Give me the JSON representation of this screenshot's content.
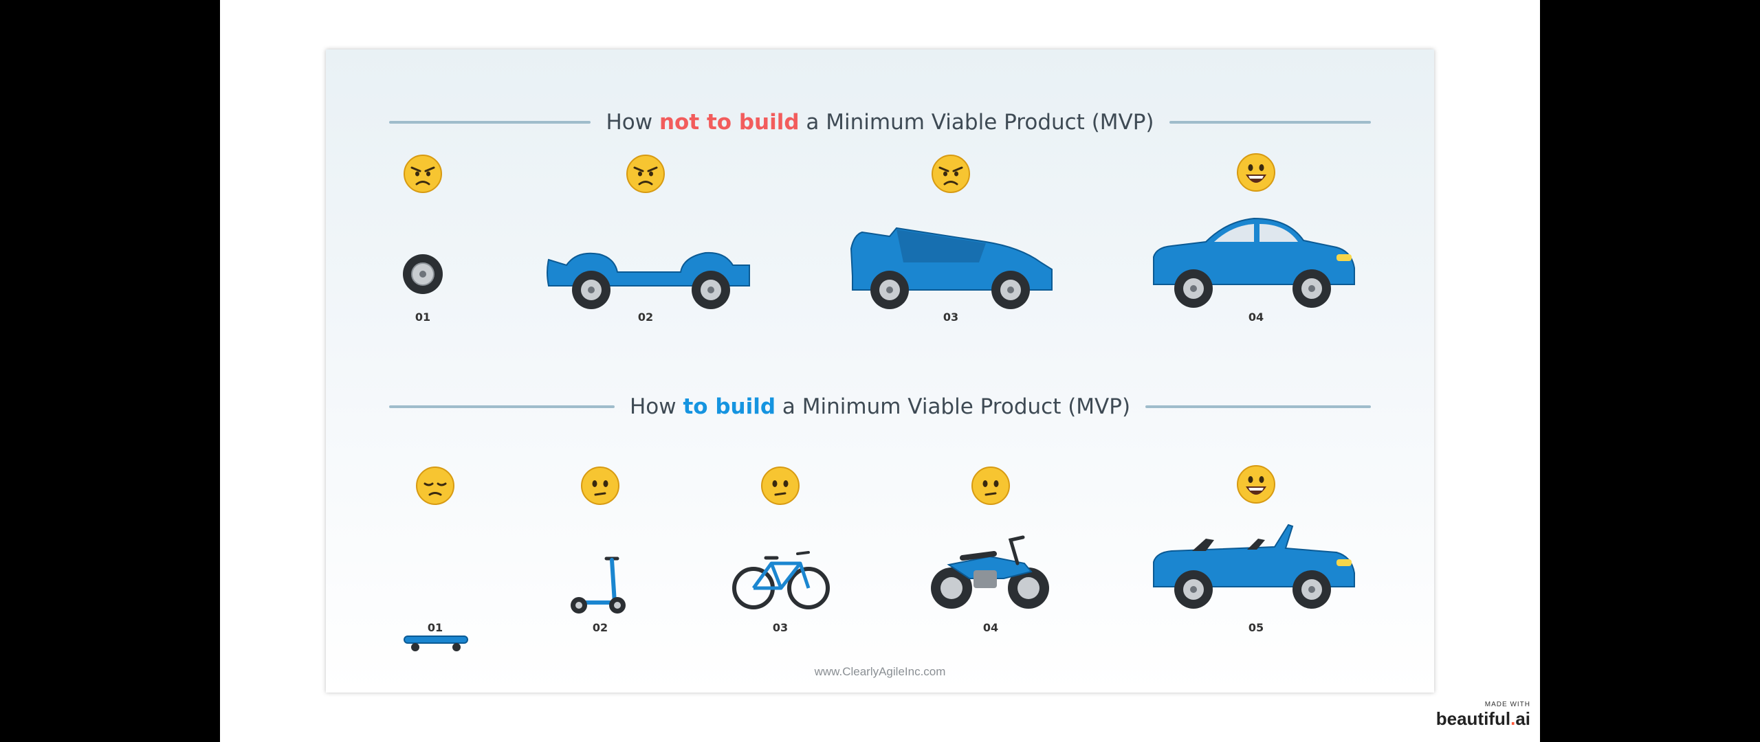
{
  "top_section": {
    "heading_pre": "How ",
    "heading_emph": "not to build",
    "heading_post": " a Minimum Viable Product (MVP)",
    "items": [
      {
        "label": "01",
        "mood": "angry",
        "vehicle": "wheel"
      },
      {
        "label": "02",
        "mood": "angry",
        "vehicle": "chassis"
      },
      {
        "label": "03",
        "mood": "angry",
        "vehicle": "car-body"
      },
      {
        "label": "04",
        "mood": "happy",
        "vehicle": "car"
      }
    ]
  },
  "bottom_section": {
    "heading_pre": "How ",
    "heading_emph": "to build",
    "heading_post": " a Minimum Viable Product (MVP)",
    "items": [
      {
        "label": "01",
        "mood": "sad",
        "vehicle": "skateboard"
      },
      {
        "label": "02",
        "mood": "meh",
        "vehicle": "scooter"
      },
      {
        "label": "03",
        "mood": "meh",
        "vehicle": "bicycle"
      },
      {
        "label": "04",
        "mood": "meh",
        "vehicle": "motorcycle"
      },
      {
        "label": "05",
        "mood": "happy",
        "vehicle": "convertible"
      }
    ]
  },
  "footer": "www.ClearlyAgileInc.com",
  "credit": {
    "small": "MADE WITH",
    "brand": "beautiful",
    "dot": ".",
    "suffix": "ai"
  },
  "colors": {
    "emph_red": "#f25c5c",
    "emph_blue": "#1594e0",
    "vehicle_blue": "#1b86d0",
    "emoji_yellow": "#f7c531"
  }
}
